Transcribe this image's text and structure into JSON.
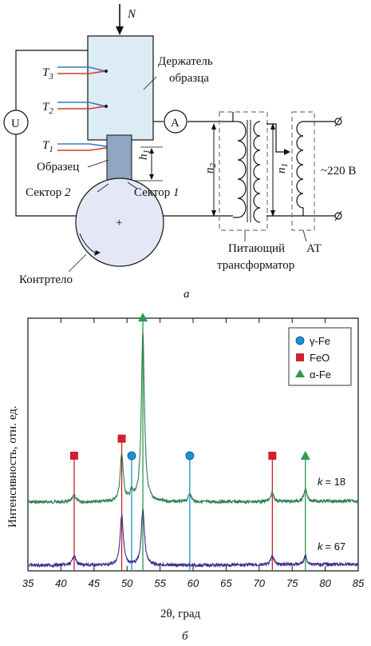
{
  "schematic": {
    "force": "N",
    "holder_line1": "Держатель",
    "holder_line2": "образца",
    "t3": "T",
    "t3_sub": "3",
    "t2": "T",
    "t2_sub": "2",
    "t1": "T",
    "t1_sub": "1",
    "voltmeter": "U",
    "ammeter": "A",
    "sample": "Образец",
    "h1": "h",
    "h1_sub": "1",
    "sector2_prefix": "Сектор ",
    "sector2_num": "2",
    "sector1_prefix": "Сектор ",
    "sector1_num": "1",
    "counterbody": "Контртело",
    "center_mark": "+",
    "n2": "n",
    "n2_sub": "2",
    "n1": "n",
    "n1_sub": "1",
    "supply": "~220 В",
    "transformer_line1": "Питающий",
    "transformer_line2": "трансформатор",
    "autotransformer": "АТ",
    "caption": "а"
  },
  "colors": {
    "holder_fill": "#dcecf5",
    "sample_fill": "#8fa6c5",
    "counterbody_fill": "#e4e8f6",
    "thermo_blue": "#3a7abf",
    "thermo_red": "#d43a2a",
    "green_trace": "#2e7d4f",
    "purple_trace": "#3a2c8c",
    "gamma_fe": "#1e90d6",
    "feo": "#d0202a",
    "alpha_fe": "#2e9a4c"
  },
  "chart_data": {
    "type": "line",
    "xlabel": "2θ, град",
    "ylabel": "Интенсивность, отн. ед.",
    "xlim": [
      35,
      85
    ],
    "xticks": [
      35,
      40,
      45,
      50,
      55,
      60,
      65,
      70,
      75,
      80,
      85
    ],
    "legend": [
      "γ-Fe",
      "FeO",
      "α-Fe"
    ],
    "legend_position": "top-right",
    "series": [
      {
        "name": "k = 18",
        "k_label": "k",
        "k_value": "= 18",
        "baseline": 0.22,
        "peaks": [
          [
            42.0,
            0.04
          ],
          [
            49.2,
            0.28
          ],
          [
            50.7,
            0.05
          ],
          [
            52.4,
            1.0
          ],
          [
            59.5,
            0.05
          ],
          [
            72.0,
            0.05
          ],
          [
            77.0,
            0.07
          ]
        ]
      },
      {
        "name": "k = 67",
        "k_label": "k",
        "k_value": "= 67",
        "baseline": 0.0,
        "peaks": [
          [
            42.0,
            0.06
          ],
          [
            49.2,
            0.3
          ],
          [
            52.4,
            0.33
          ],
          [
            72.0,
            0.05
          ],
          [
            77.0,
            0.05
          ]
        ]
      }
    ],
    "markers": [
      {
        "phase": "FeO",
        "x": 42.0
      },
      {
        "phase": "FeO",
        "x": 49.2
      },
      {
        "phase": "γ-Fe",
        "x": 50.7
      },
      {
        "phase": "α-Fe",
        "x": 52.4
      },
      {
        "phase": "γ-Fe",
        "x": 59.5
      },
      {
        "phase": "FeO",
        "x": 72.0
      },
      {
        "phase": "α-Fe",
        "x": 77.0
      }
    ],
    "caption": "б"
  }
}
